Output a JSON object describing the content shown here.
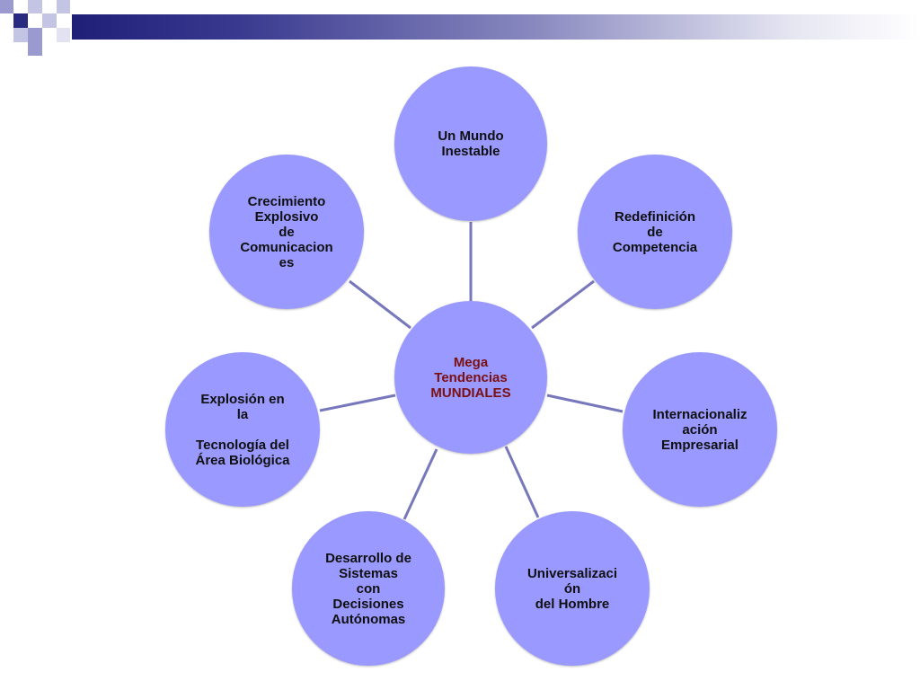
{
  "colors": {
    "node_fill": "#9999ff",
    "center_text": "#7a1010",
    "outer_text": "#101010",
    "connector": "#7777bb",
    "deco_dark": "#2a2a80",
    "deco_light": "#9a9ad0"
  },
  "diagram": {
    "center": "Mega\nTendencias\nMUNDIALES",
    "nodes": [
      {
        "id": "top",
        "label": "Un Mundo\nInestable"
      },
      {
        "id": "upper-right",
        "label": "Redefinición\nde\nCompetencia"
      },
      {
        "id": "right",
        "label": "Internacionaliz\nación\nEmpresarial"
      },
      {
        "id": "lower-right",
        "label": "Universalizaci\nón\ndel Hombre"
      },
      {
        "id": "lower-left",
        "label": "Desarrollo de\nSistemas\ncon\nDecisiones\nAutónomas"
      },
      {
        "id": "left",
        "label": "Explosión en\nla\n\nTecnología del\nÁrea Biológica"
      },
      {
        "id": "upper-left",
        "label": "Crecimiento\nExplosivo\nde\nComunicacion\nes"
      }
    ]
  }
}
